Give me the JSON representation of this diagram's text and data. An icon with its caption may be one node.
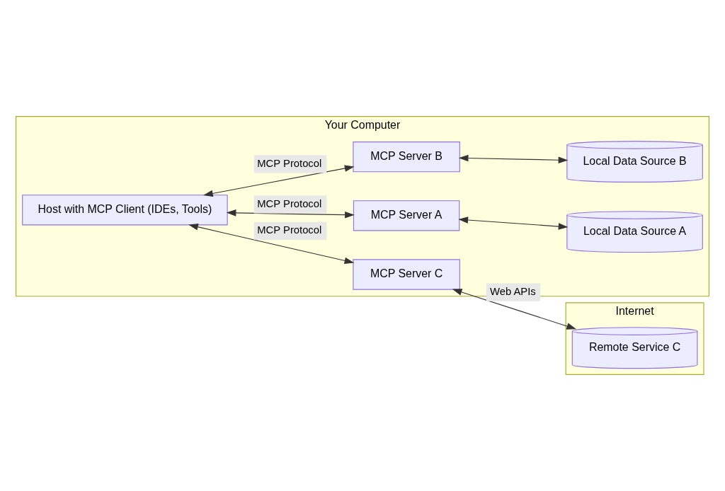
{
  "diagram": {
    "nodes": [
      {
        "text": [
          "Your Computer"
        ]
      },
      {
        "text": [
          "Host with MCP Client (IDEs, Tools)"
        ],
        "in": 0
      },
      {
        "text": [
          "MCP Server A"
        ],
        "in": 0
      },
      {
        "text": [
          "MCP Server B"
        ],
        "in": 0
      },
      {
        "text": [
          "MCP Server C"
        ],
        "in": 0
      },
      {
        "text": [
          "Local Data Source A"
        ],
        "in": 0
      },
      {
        "text": [
          "Local Data Source B"
        ],
        "in": 0
      },
      {
        "text": [
          "Internet"
        ]
      },
      {
        "text": [
          "Remote Service C"
        ],
        "in": 7
      }
    ],
    "edges": [
      {
        "from": 1,
        "to": 2,
        "arrow": "both",
        "label": "MCP Protocol"
      },
      {
        "from": 1,
        "to": 3,
        "arrow": "both",
        "label": "MCP Protocol"
      },
      {
        "from": 1,
        "to": 4,
        "arrow": "both",
        "label": "MCP Protocol"
      },
      {
        "from": 2,
        "to": 5,
        "arrow": "both"
      },
      {
        "from": 3,
        "to": 6,
        "arrow": "both"
      },
      {
        "from": 4,
        "to": 8,
        "arrow": "both",
        "label": "Web APIs"
      }
    ]
  }
}
